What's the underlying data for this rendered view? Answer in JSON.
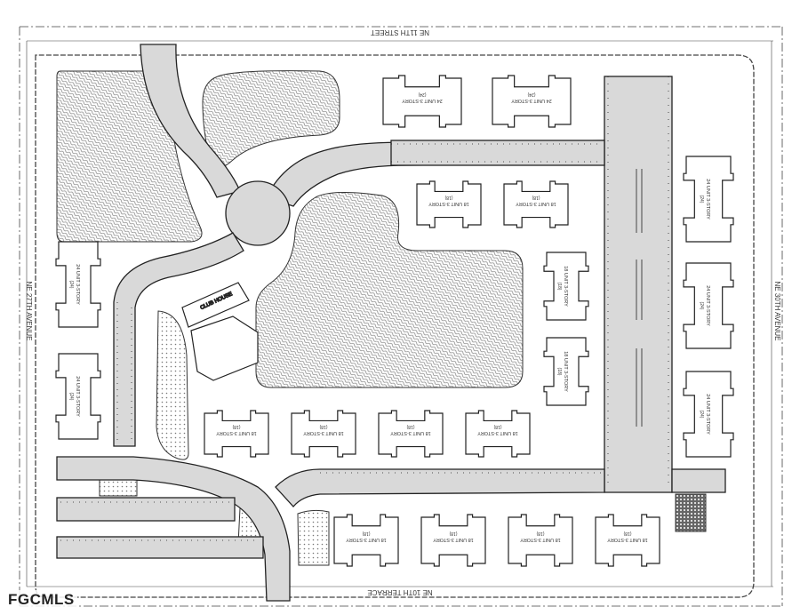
{
  "plan": {
    "streets": {
      "top": "NE 11TH STREET",
      "bottom": "NE 10TH TERRACE",
      "left": "NE 27TH AVENUE",
      "right": "NE 30TH AVENUE"
    },
    "clubhouse_label": "CLUB HOUSE",
    "building_labels": {
      "top_24": "24 UNIT 3-STORY",
      "bldg_18": "18 UNIT 3-STORY",
      "side_24": "24 UNIT 3-STORY"
    },
    "unit_count": "(24)",
    "unit_count_18": "(18)"
  },
  "watermark": "FGCMLS",
  "colors": {
    "paving": "#d9d9d9",
    "linework": "#222222",
    "hatch": "#9a9a9a",
    "building": "#ffffff"
  }
}
